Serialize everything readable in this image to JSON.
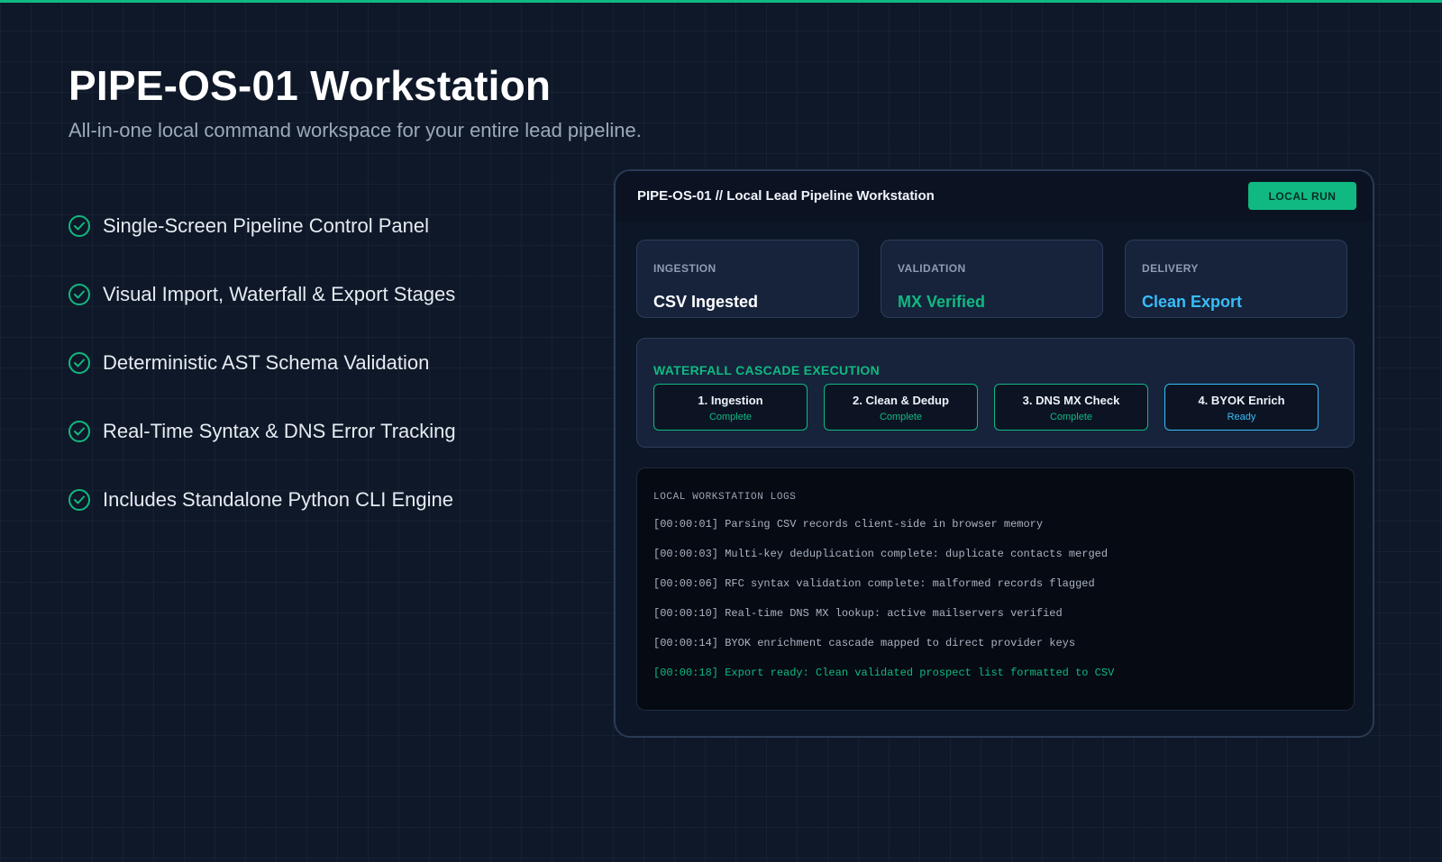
{
  "hero": {
    "title": "PIPE-OS-01 Workstation",
    "subtitle": "All-in-one local command workspace for your entire lead pipeline."
  },
  "features": [
    "Single-Screen Pipeline Control Panel",
    "Visual Import, Waterfall & Export Stages",
    "Deterministic AST Schema Validation",
    "Real-Time Syntax & DNS Error Tracking",
    "Includes Standalone Python CLI Engine"
  ],
  "panel": {
    "title": "PIPE-OS-01 // Local Lead Pipeline Workstation",
    "run_button": "LOCAL RUN",
    "stats": [
      {
        "label": "INGESTION",
        "value": "CSV Ingested",
        "color": "#ffffff"
      },
      {
        "label": "VALIDATION",
        "value": "MX Verified",
        "color": "#10b981"
      },
      {
        "label": "DELIVERY",
        "value": "Clean Export",
        "color": "#38bdf8"
      }
    ],
    "waterfall": {
      "label": "WATERFALL CASCADE EXECUTION",
      "steps": [
        {
          "name": "1. Ingestion",
          "status": "Complete"
        },
        {
          "name": "2. Clean & Dedup",
          "status": "Complete"
        },
        {
          "name": "3. DNS MX Check",
          "status": "Complete"
        },
        {
          "name": "4. BYOK Enrich",
          "status": "Ready"
        }
      ]
    },
    "logs": {
      "label": "LOCAL WORKSTATION LOGS",
      "lines": [
        "[00:00:01] Parsing CSV records client-side in browser memory",
        "[00:00:03] Multi-key deduplication complete: duplicate contacts merged",
        "[00:00:06] RFC syntax validation complete: malformed records flagged",
        "[00:00:10] Real-time DNS MX lookup: active mailservers verified",
        "[00:00:14] BYOK enrichment cascade mapped to direct provider keys",
        "[00:00:18] Export ready: Clean validated prospect list formatted to CSV"
      ]
    }
  },
  "colors": {
    "accent": "#10b981",
    "info": "#38bdf8",
    "background": "#0f1828"
  }
}
